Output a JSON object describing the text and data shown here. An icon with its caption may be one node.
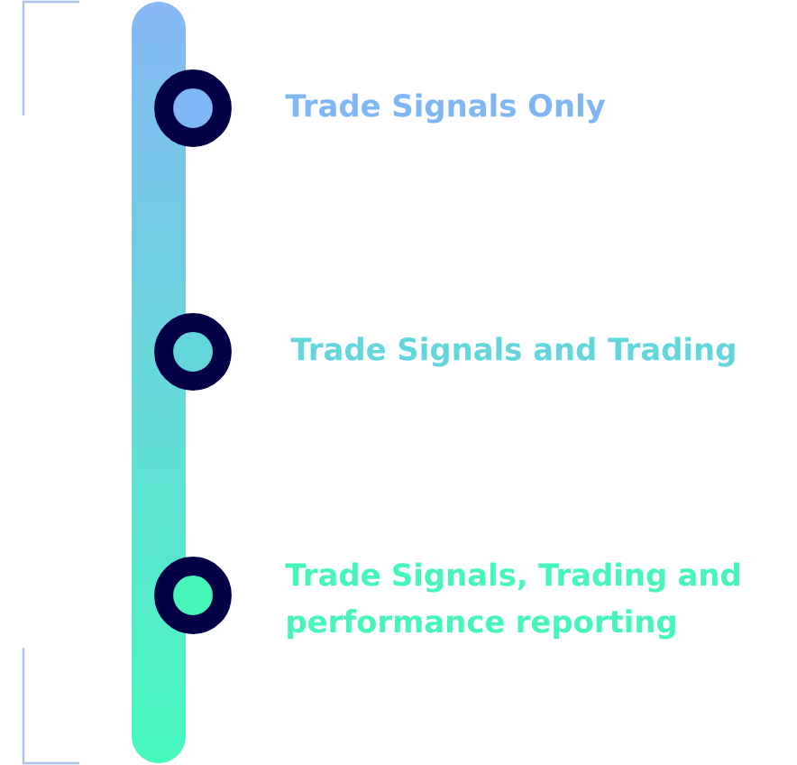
{
  "diagram": {
    "nodes": [
      {
        "text": [
          "Trade Signals Only"
        ]
      },
      {
        "text": [
          "Trade Signals and Trading"
        ]
      },
      {
        "text": [
          "Trade Signals, Trading and performance reporting"
        ]
      }
    ]
  }
}
